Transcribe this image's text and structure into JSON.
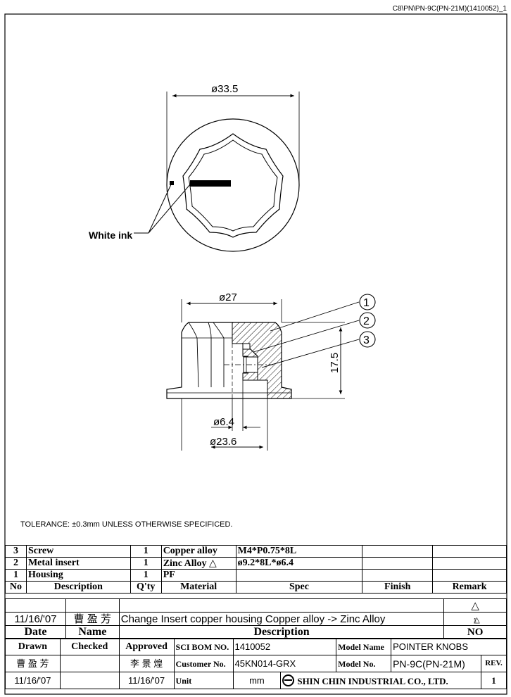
{
  "document": {
    "id": "C8\\PN\\PN-9C(PN-21M)(1410052)_1",
    "tolerance": "TOLERANCE: ±0.3mm UNLESS OTHERWISE SPECIFICED."
  },
  "top_view": {
    "dimension": "ø33.5",
    "callout": "White ink"
  },
  "side_view": {
    "dim_top": "ø27",
    "dim_height": "17.5",
    "dim_bore": "ø6.4",
    "dim_base": "ø23.6",
    "balloons": [
      "1",
      "2",
      "3"
    ]
  },
  "bom": {
    "headers": [
      "No",
      "Description",
      "Q'ty",
      "Material",
      "Spec",
      "Finish",
      "Remark"
    ],
    "rows": [
      {
        "no": "3",
        "description": "Screw",
        "qty": "1",
        "material": "Copper alloy",
        "spec": "M4*P0.75*8L",
        "finish": "",
        "remark": ""
      },
      {
        "no": "2",
        "description": "Metal insert",
        "qty": "1",
        "material": "Zinc Alloy",
        "spec": "ø9.2*8L*ø6.4",
        "finish": "",
        "remark": ""
      },
      {
        "no": "1",
        "description": "Housing",
        "qty": "1",
        "material": "PF",
        "spec": "",
        "finish": "",
        "remark": ""
      }
    ]
  },
  "revisions": {
    "rows": [
      {
        "date": "",
        "name": "",
        "description": "",
        "mark": "△"
      },
      {
        "date": "11/16/'07",
        "name": "曹 盈 芳",
        "description": "Change Insert copper housing Copper alloy -> Zinc Alloy",
        "mark": "1"
      }
    ],
    "headers": {
      "date": "Date",
      "name": "Name",
      "description": "Description",
      "no": "NO"
    }
  },
  "title_block": {
    "drawn_label": "Drawn",
    "checked_label": "Checked",
    "approved_label": "Approved",
    "drawn_name": "曹 盈 芳",
    "approved_name": "李 景 煌",
    "drawn_date": "11/16/'07",
    "approved_date": "11/16/'07",
    "sci_bom_label": "SCI BOM NO.",
    "sci_bom_value": "1410052",
    "customer_label": "Customer No.",
    "customer_value": "45KN014-GRX",
    "unit_label": "Unit",
    "unit_value": "mm",
    "model_name_label": "Model Name",
    "model_name_value": "POINTER KNOBS",
    "model_no_label": "Model No.",
    "model_no_value": "PN-9C(PN-21M)",
    "rev_label": "REV.",
    "rev_value": "1",
    "company": "SHIN CHIN INDUSTRIAL CO., LTD."
  }
}
